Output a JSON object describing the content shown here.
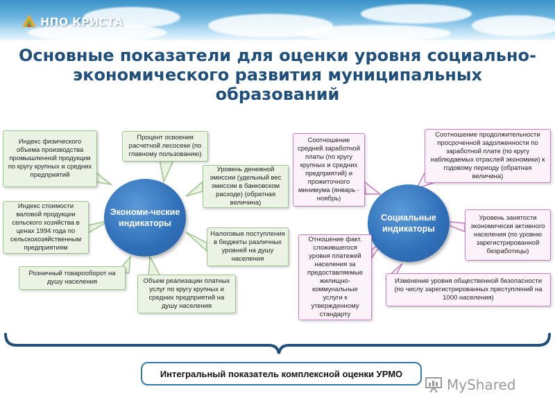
{
  "header": {
    "logo_text": "НПО КРИСТА"
  },
  "title": {
    "line1": "Основные показатели для оценки уровня социально-",
    "line2": "экономического развития муниципальных",
    "line3": "образований"
  },
  "economic": {
    "center_label": "Экономи-ческие индикаторы",
    "items": [
      "Индекс физического объема производства промышленной продукции по кругу крупных и средних предприятий",
      "Процент освоения расчетной лесосеки (по главному пользованию)",
      "Уровень денежной эмиссии (удельный вес эмиссии в банковском расходе) (обратная величина)",
      "Индекс стоимости валовой продукции сельского хозяйства в ценах 1994 года по сельскохозяйственным предприятиям",
      "Налоговые поступления в бюджеты различных уровней на душу населения",
      "Розничный товарооборот на душу населения",
      "Объем реализации платных услуг по кругу крупных и средних предприятий на душу населения"
    ]
  },
  "social": {
    "center_label": "Социальные индикаторы",
    "items": [
      "Соотношение средней заработной платы (по кругу крупных и средних предприятий) и прожиточного минимума (январь - ноябрь)",
      "Соотношение продолжительности просроченной задолженности по заработной плате (по кругу наблюдаемых отраслей экономики) к годовому периоду (обратная величина)",
      "Уровень занятости экономически активного населения (по уровню зарегистрированной безработицы)",
      "Отношение факт. сложившегося уровня платежей населения за предоставляемые жилищно-коммунальные услуги к утвержденному стандарту",
      "Изменение уровня общественной безопасности (по числу зарегистрированных преступлений на 1000 населения)"
    ]
  },
  "integral": {
    "label": "Интегральный показатель комплексной оценки УРМО"
  },
  "watermark": {
    "text": "MyShared"
  }
}
